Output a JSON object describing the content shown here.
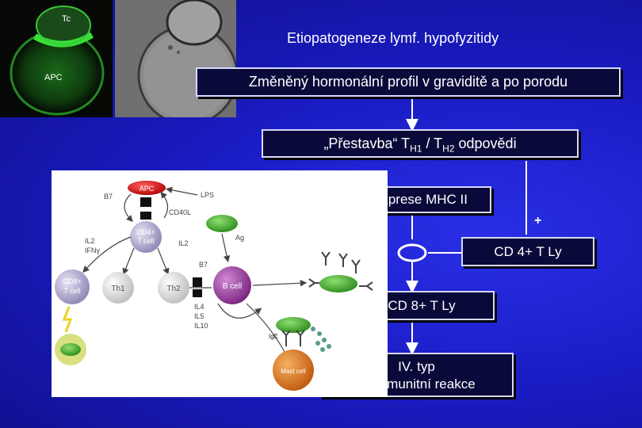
{
  "micrographs": {
    "fluorescence": {
      "label_top": "Tc",
      "label_bottom": "APC"
    }
  },
  "slide_title": "Etiopatogeneze lymf. hypofyzitidy",
  "flow": {
    "box1": "Změněný hormonální profil v graviditě a po porodu",
    "box2_prefix": "„Přestavba“ T",
    "box2_sub1": "H1",
    "box2_mid": " / T",
    "box2_sub2": "H2",
    "box2_suffix": " odpovědi",
    "box3": "Exprese MHC II",
    "plus_sign": "+",
    "box4": "CD 4+ T Ly",
    "box5": "CD 8+ T Ly",
    "box6_line1": "IV. typ",
    "box6_line2": "autoimunitní reakce"
  },
  "immune_diagram": {
    "apc": "APC",
    "b7_top": "B7",
    "lps": "LPS",
    "cd40l": "CD40L",
    "cd4_line1": "CD4+",
    "cd4_line2": "T cell",
    "il2_left": "IL2",
    "ifn": "IFNγ",
    "il2_right": "IL2",
    "ag": "Ag",
    "b7_bottom": "B7",
    "cd8_line1": "CD8+",
    "cd8_line2": "T cell",
    "th1": "Th1",
    "th2": "Th2",
    "bcell": "B cell",
    "il4": "IL4",
    "il5": "IL5",
    "il10": "IL10",
    "ige": "IgE",
    "mast_cell": "Mast cell"
  },
  "colors": {
    "background": "#1a1cc4",
    "box_fill": "#0a0a3a",
    "box_border": "#d8d8ff",
    "apc_red": "#e01818",
    "tcell_lavender": "#a9a2c8",
    "bcell_purple": "#9b3a9e",
    "mast_orange": "#e07a20",
    "antigen_green": "#3caa28",
    "fluorescence_green": "#38e038"
  }
}
